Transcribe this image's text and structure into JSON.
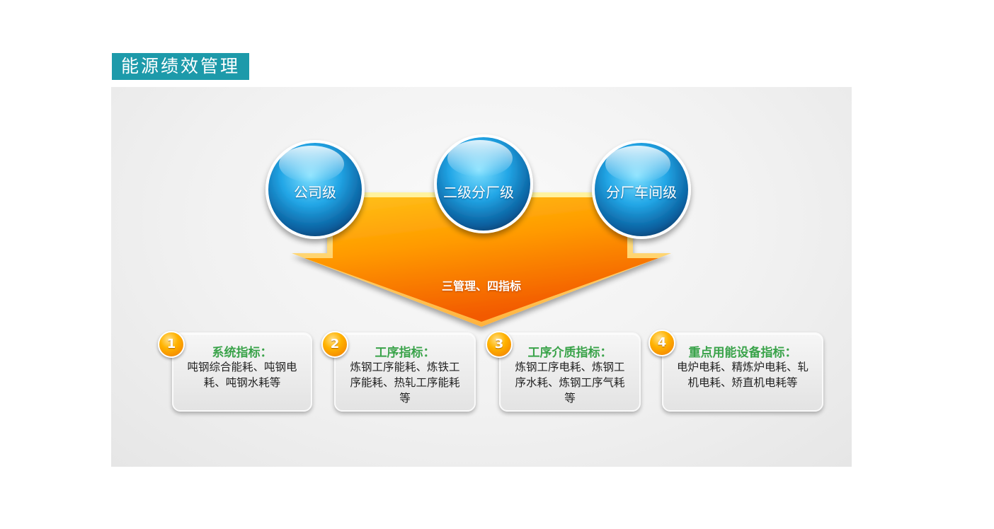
{
  "header": {
    "title": "能源绩效管理"
  },
  "levels": [
    {
      "label": "公司级"
    },
    {
      "label": "二级分厂级"
    },
    {
      "label": "分厂车间级"
    }
  ],
  "arrow": {
    "label": "三管理、四指标"
  },
  "indicators": [
    {
      "number": "1",
      "title": "系统指标：",
      "body": "吨钢综合能耗、吨钢电耗、吨钢水耗等"
    },
    {
      "number": "2",
      "title": "工序指标：",
      "body": "炼钢工序能耗、炼铁工序能耗、热轧工序能耗等"
    },
    {
      "number": "3",
      "title": "工序介质指标：",
      "body": "炼钢工序电耗、炼钢工序水耗、炼钢工序气耗等"
    },
    {
      "number": "4",
      "title": "重点用能设备指标：",
      "body": "电炉电耗、精炼炉电耗、轧机电耗、矫直机电耗等"
    }
  ],
  "colors": {
    "title_bg": "#1d9aaa",
    "indicator_title": "#3aa34a",
    "arrow": "#ff7a00",
    "orb": "#1a8fd0",
    "badge": "#ffb300"
  }
}
